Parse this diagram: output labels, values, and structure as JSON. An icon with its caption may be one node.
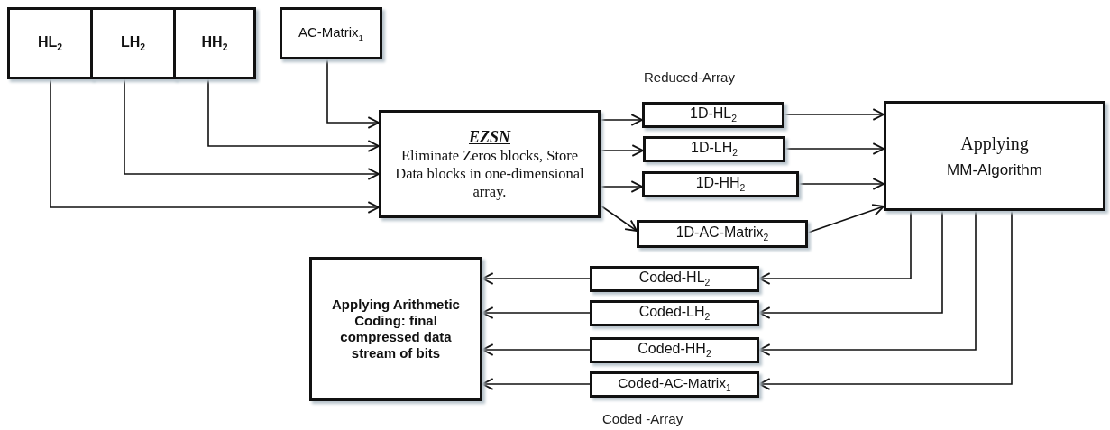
{
  "diagram": {
    "nodes": [
      {
        "text": [
          "HL$_{2}$"
        ]
      },
      {
        "text": [
          "LH$_{2}$"
        ]
      },
      {
        "text": [
          "HH$_{2}$"
        ]
      },
      {
        "text": [
          "AC-Matrix$_{1}$"
        ]
      },
      {
        "text": [
          "EZSN",
          "Eliminate Zeros blocks, Store Data blocks in one-dimensional array."
        ]
      },
      {
        "text": [
          "1D-HL$_{2}$"
        ]
      },
      {
        "text": [
          "1D-LH$_{2}$"
        ]
      },
      {
        "text": [
          "1D-HH$_{2}$"
        ]
      },
      {
        "text": [
          "1D-AC-Matrix$_{2}$"
        ]
      },
      {
        "text": [
          "Applying",
          "MM-Algorithm"
        ]
      },
      {
        "text": [
          "Coded-HL$_{2}$"
        ]
      },
      {
        "text": [
          "Coded-LH$_{2}$"
        ]
      },
      {
        "text": [
          "Coded-HH$_{2}$"
        ]
      },
      {
        "text": [
          "Coded-AC-Matrix$_{1}$"
        ]
      },
      {
        "text": [
          "Applying Arithmetic Coding: final compressed data stream of bits"
        ]
      }
    ],
    "edges": [
      {
        "from": 0,
        "to": 4,
        "arrow": "to"
      },
      {
        "from": 1,
        "to": 4,
        "arrow": "to"
      },
      {
        "from": 2,
        "to": 4,
        "arrow": "to"
      },
      {
        "from": 3,
        "to": 4,
        "arrow": "to"
      },
      {
        "from": 4,
        "to": 5,
        "arrow": "to"
      },
      {
        "from": 4,
        "to": 6,
        "arrow": "to"
      },
      {
        "from": 4,
        "to": 7,
        "arrow": "to"
      },
      {
        "from": 4,
        "to": 8,
        "arrow": "to"
      },
      {
        "from": 5,
        "to": 9,
        "arrow": "to"
      },
      {
        "from": 6,
        "to": 9,
        "arrow": "to"
      },
      {
        "from": 7,
        "to": 9,
        "arrow": "to"
      },
      {
        "from": 8,
        "to": 9,
        "arrow": "to"
      },
      {
        "from": 9,
        "to": 10,
        "arrow": "to"
      },
      {
        "from": 9,
        "to": 11,
        "arrow": "to"
      },
      {
        "from": 9,
        "to": 12,
        "arrow": "to"
      },
      {
        "from": 9,
        "to": 13,
        "arrow": "to"
      },
      {
        "from": 10,
        "to": 14,
        "arrow": "to"
      },
      {
        "from": 11,
        "to": 14,
        "arrow": "to"
      },
      {
        "from": 12,
        "to": 14,
        "arrow": "to"
      },
      {
        "from": 13,
        "to": 14,
        "arrow": "to"
      }
    ],
    "labels": [
      "Reduced-Array",
      "Coded -Array"
    ]
  }
}
